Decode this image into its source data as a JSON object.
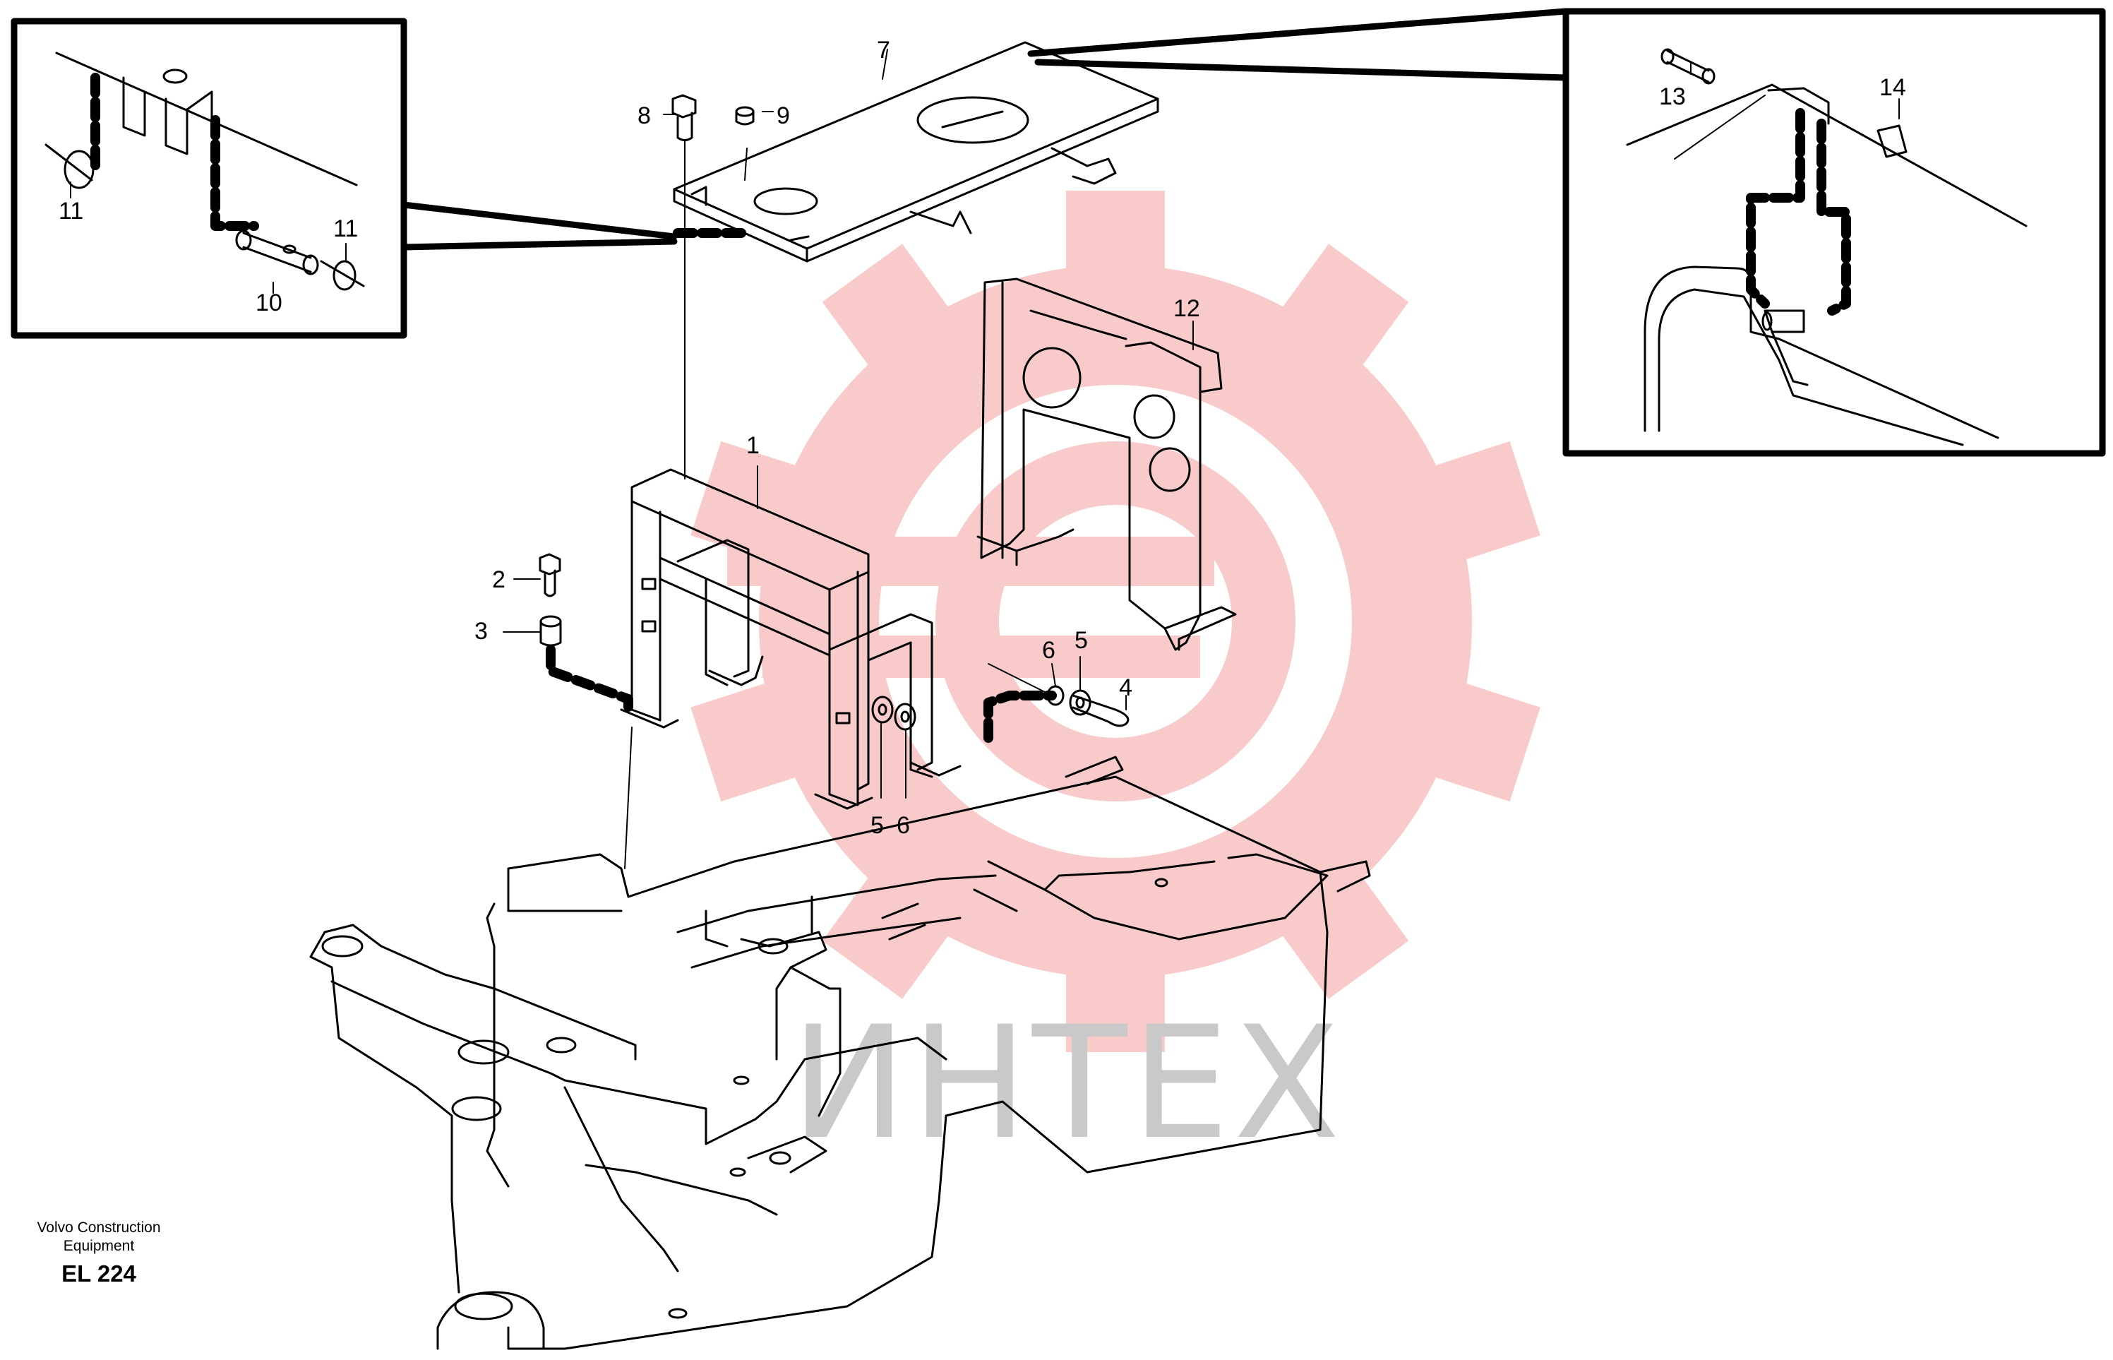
{
  "callouts": {
    "n1": "1",
    "n2": "2",
    "n3": "3",
    "n4": "4",
    "n5a": "5",
    "n5b": "5",
    "n6a": "6",
    "n6b": "6",
    "n7": "7",
    "n8": "8",
    "n9": "9",
    "n10": "10",
    "n11a": "11",
    "n11b": "11",
    "n12": "12",
    "n13": "13",
    "n14": "14"
  },
  "watermark": {
    "text": "ИНТЕХ",
    "color": "#c9c9c9",
    "gear_color": "#f9c4c4"
  },
  "footer": {
    "brand_line1": "Volvo Construction",
    "brand_line2": "Equipment",
    "code": "EL 224"
  }
}
